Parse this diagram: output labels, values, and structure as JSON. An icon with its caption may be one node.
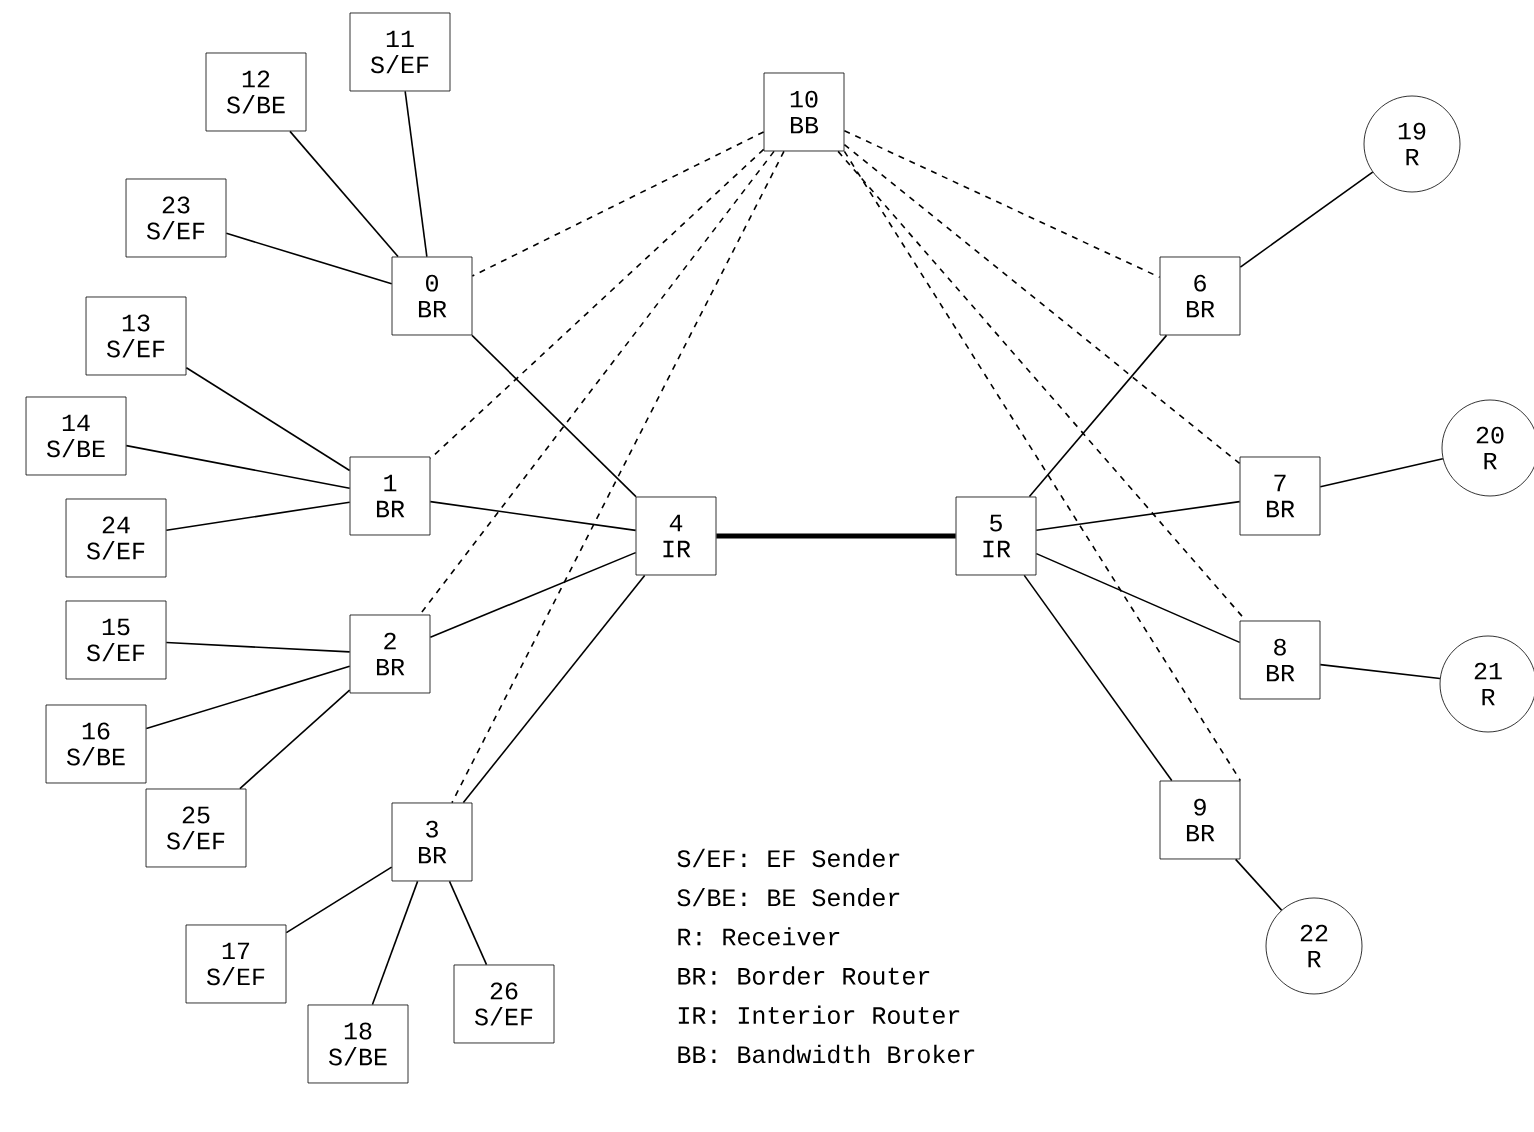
{
  "diagram": {
    "nodes": [
      {
        "text": [
          "0",
          "BR"
        ]
      },
      {
        "text": [
          "1",
          "BR"
        ]
      },
      {
        "text": [
          "2",
          "BR"
        ]
      },
      {
        "text": [
          "3",
          "BR"
        ]
      },
      {
        "text": [
          "4",
          "IR"
        ]
      },
      {
        "text": [
          "5",
          "IR"
        ]
      },
      {
        "text": [
          "6",
          "BR"
        ]
      },
      {
        "text": [
          "7",
          "BR"
        ]
      },
      {
        "text": [
          "8",
          "BR"
        ]
      },
      {
        "text": [
          "9",
          "BR"
        ]
      },
      {
        "text": [
          "10",
          "BB"
        ]
      },
      {
        "text": [
          "11",
          "S/EF"
        ]
      },
      {
        "text": [
          "12",
          "S/BE"
        ]
      },
      {
        "text": [
          "13",
          "S/EF"
        ]
      },
      {
        "text": [
          "14",
          "S/BE"
        ]
      },
      {
        "text": [
          "15",
          "S/EF"
        ]
      },
      {
        "text": [
          "16",
          "S/BE"
        ]
      },
      {
        "text": [
          "17",
          "S/EF"
        ]
      },
      {
        "text": [
          "18",
          "S/BE"
        ]
      },
      {
        "text": [
          "19",
          "R"
        ]
      },
      {
        "text": [
          "20",
          "R"
        ]
      },
      {
        "text": [
          "21",
          "R"
        ]
      },
      {
        "text": [
          "22",
          "R"
        ]
      },
      {
        "text": [
          "23",
          "S/EF"
        ]
      },
      {
        "text": [
          "24",
          "S/EF"
        ]
      },
      {
        "text": [
          "25",
          "S/EF"
        ]
      },
      {
        "text": [
          "26",
          "S/EF"
        ]
      }
    ],
    "edges": [
      {
        "from": 11,
        "to": 0,
        "arrow": "none"
      },
      {
        "from": 12,
        "to": 0,
        "arrow": "none"
      },
      {
        "from": 23,
        "to": 0,
        "arrow": "none"
      },
      {
        "from": 0,
        "to": 4,
        "arrow": "none"
      },
      {
        "from": 13,
        "to": 1,
        "arrow": "none"
      },
      {
        "from": 14,
        "to": 1,
        "arrow": "none"
      },
      {
        "from": 24,
        "to": 1,
        "arrow": "none"
      },
      {
        "from": 1,
        "to": 4,
        "arrow": "none"
      },
      {
        "from": 15,
        "to": 2,
        "arrow": "none"
      },
      {
        "from": 16,
        "to": 2,
        "arrow": "none"
      },
      {
        "from": 25,
        "to": 2,
        "arrow": "none"
      },
      {
        "from": 2,
        "to": 4,
        "arrow": "none"
      },
      {
        "from": 17,
        "to": 3,
        "arrow": "none"
      },
      {
        "from": 18,
        "to": 3,
        "arrow": "none"
      },
      {
        "from": 26,
        "to": 3,
        "arrow": "none"
      },
      {
        "from": 3,
        "to": 4,
        "arrow": "none"
      },
      {
        "from": 4,
        "to": 5,
        "arrow": "none",
        "style": "thick"
      },
      {
        "from": 5,
        "to": 6,
        "arrow": "none"
      },
      {
        "from": 5,
        "to": 7,
        "arrow": "none"
      },
      {
        "from": 5,
        "to": 8,
        "arrow": "none"
      },
      {
        "from": 5,
        "to": 9,
        "arrow": "none"
      },
      {
        "from": 6,
        "to": 19,
        "arrow": "none"
      },
      {
        "from": 7,
        "to": 20,
        "arrow": "none"
      },
      {
        "from": 8,
        "to": 21,
        "arrow": "none"
      },
      {
        "from": 9,
        "to": 22,
        "arrow": "none"
      },
      {
        "from": 10,
        "to": 0,
        "arrow": "none",
        "style": "dashed"
      },
      {
        "from": 10,
        "to": 1,
        "arrow": "none",
        "style": "dashed"
      },
      {
        "from": 10,
        "to": 2,
        "arrow": "none",
        "style": "dashed"
      },
      {
        "from": 10,
        "to": 3,
        "arrow": "none",
        "style": "dashed"
      },
      {
        "from": 10,
        "to": 6,
        "arrow": "none",
        "style": "dashed"
      },
      {
        "from": 10,
        "to": 7,
        "arrow": "none",
        "style": "dashed"
      },
      {
        "from": 10,
        "to": 8,
        "arrow": "none",
        "style": "dashed"
      },
      {
        "from": 10,
        "to": 9,
        "arrow": "none",
        "style": "dashed"
      }
    ],
    "labels": [
      "S/EF: EF Sender",
      "S/BE: BE Sender",
      "R: Receiver",
      "BR: Border Router",
      "IR: Interior Router",
      "BB: Bandwidth Broker"
    ]
  }
}
